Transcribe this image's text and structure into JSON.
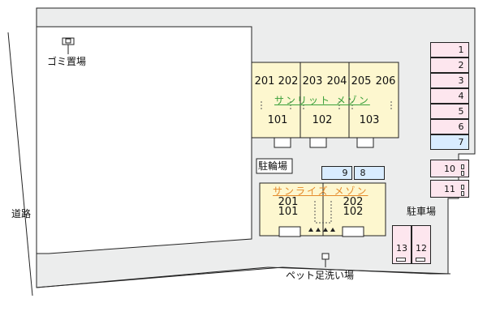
{
  "labels": {
    "garbage": "ゴミ置場",
    "road": "道路",
    "bike_parking": "駐輪場",
    "parking": "駐車場",
    "pet_wash": "ペット足洗い場"
  },
  "building_north": {
    "name": "サンリット メゾン",
    "upper_units": [
      "201",
      "202",
      "203",
      "204",
      "205",
      "206"
    ],
    "lower_units": [
      "101",
      "102",
      "103"
    ]
  },
  "building_south": {
    "name": "サンライズ メゾン",
    "units_left": [
      "201",
      "101"
    ],
    "units_right": [
      "202",
      "102"
    ]
  },
  "parking_slots": {
    "right_column": [
      "1",
      "2",
      "3",
      "4",
      "5",
      "6",
      "7"
    ],
    "center": [
      "9",
      "8"
    ],
    "east": [
      "10",
      "11"
    ],
    "south": [
      "13",
      "12"
    ]
  },
  "colors": {
    "parking_pink": "#fde6ee",
    "parking_blue": "#d9ecff",
    "building_yellow": "#fdf7cf",
    "lot_gray": "#eceded",
    "name_green": "#3aa03a",
    "name_orange": "#e58a2a"
  }
}
